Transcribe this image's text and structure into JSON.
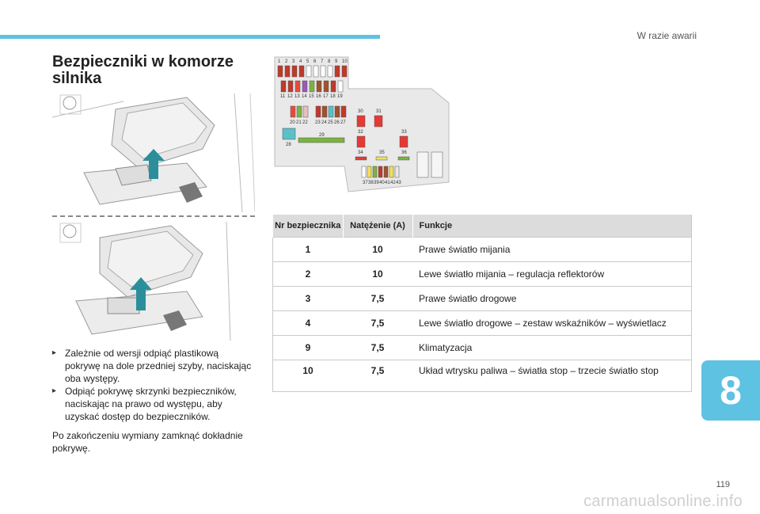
{
  "header": {
    "title": "W razie awarii"
  },
  "section": {
    "title_line1": "Bezpieczniki w komorze",
    "title_line2": "silnika"
  },
  "instructions": {
    "bullet1": "Zależnie od wersji odpiąć plastikową pokrywę na dole przedniej szyby, naciskając oba występy.",
    "bullet2": "Odpiąć pokrywę skrzynki bezpieczników, naciskając na prawo od występu, aby uzyskać dostęp do bezpieczników.",
    "paragraph": "Po zakończeniu wymiany zamknąć dokładnie pokrywę."
  },
  "diagram": {
    "row1": [
      "1",
      "2",
      "3",
      "4",
      "5",
      "6",
      "7",
      "8",
      "9",
      "10"
    ],
    "row2": [
      "11",
      "12",
      "13",
      "14",
      "15",
      "16",
      "17",
      "18",
      "19"
    ],
    "row3": [
      "20",
      "21",
      "22",
      "23",
      "24",
      "25",
      "26",
      "27"
    ],
    "labels_misc": [
      "28",
      "29",
      "30",
      "31",
      "32",
      "33",
      "34",
      "35",
      "36"
    ],
    "row_bottom": [
      "37",
      "38",
      "39",
      "40",
      "41",
      "42",
      "43"
    ]
  },
  "table": {
    "headers": {
      "number": "Nr bezpiecznika",
      "amperage": "Natężenie (A)",
      "functions": "Funkcje"
    },
    "rows": [
      {
        "number": "1",
        "amperage": "10",
        "function": "Prawe światło mijania"
      },
      {
        "number": "2",
        "amperage": "10",
        "function": "Lewe światło mijania – regulacja reflektorów"
      },
      {
        "number": "3",
        "amperage": "7,5",
        "function": "Prawe światło drogowe"
      },
      {
        "number": "4",
        "amperage": "7,5",
        "function": "Lewe światło drogowe – zestaw wskaźników – wyświetlacz"
      },
      {
        "number": "9",
        "amperage": "7,5",
        "function": "Klimatyzacja"
      },
      {
        "number": "10",
        "amperage": "7,5",
        "function": "Układ wtrysku paliwa – światła stop – trzecie światło stop"
      }
    ]
  },
  "chapter": {
    "number": "8"
  },
  "page": {
    "number": "119"
  },
  "watermark": "carmanualsonline.info",
  "colors": {
    "accent": "#5ec2e3",
    "arrow": "#2a8f9a"
  }
}
